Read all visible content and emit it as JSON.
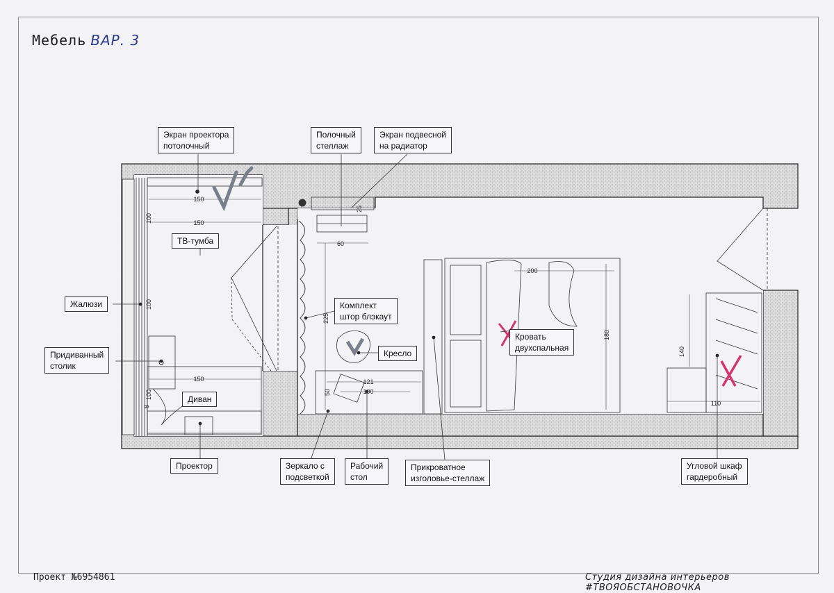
{
  "header": {
    "title": "Мебель",
    "handwritten_variant": "ВАР. 3"
  },
  "footer": {
    "project": "Проект №6954861",
    "studio": "Студия дизайна интерьеров #ТВОЯОБСТАНОВОЧКА"
  },
  "labels": {
    "projector_screen": "Экран проектора\nпотолочный",
    "shelving": "Полочный\nстеллаж",
    "radiator_screen": "Экран подвесной\nна радиатор",
    "tv_stand": "ТВ-тумба",
    "blinds": "Жалюзи",
    "blackout_curtains": "Комплект\nштор блэкаут",
    "side_table": "Придиванный\nстолик",
    "armchair": "Кресло",
    "sofa": "Диван",
    "double_bed": "Кровать\nдвухспальная",
    "projector": "Проектор",
    "mirror": "Зеркало с\nподсветкой",
    "desk": "Рабочий\nстол",
    "headboard_shelf": "Прикроватное\nизголовье-стеллаж",
    "corner_wardrobe": "Угловой шкаф\nгардеробный"
  },
  "dimensions": {
    "screen_width_top": "150",
    "screen_width_bottom": "150",
    "left_depth": "100",
    "window_span": "100",
    "sofa_width": "150",
    "sofa_depth": "100",
    "side_gap": "8",
    "shelf_depth": "25",
    "shelf_width": "60",
    "curtain_length": "225",
    "desk_total": "121",
    "desk_inner": "100",
    "desk_depth": "50",
    "bed_length": "200",
    "bed_width": "180",
    "wardrobe_depth": "140",
    "wardrobe_width": "110"
  },
  "marks": {
    "rejected_color": "#d6336c",
    "approved_color": "#7a7f8c",
    "pen_color": "#2a3a8c"
  }
}
